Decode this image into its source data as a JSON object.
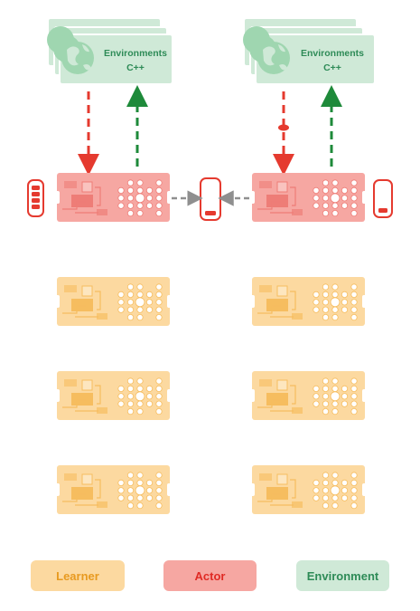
{
  "environments": [
    {
      "title": "Environments",
      "subtitle": "C++"
    },
    {
      "title": "Environments",
      "subtitle": "C++"
    }
  ],
  "legend": {
    "learner": "Learner",
    "actor": "Actor",
    "environment": "Environment"
  },
  "colors": {
    "learner_fill": "#fcd9a0",
    "learner_text": "#e89a20",
    "actor_fill": "#f6a7a2",
    "actor_text": "#e02b25",
    "environment_fill": "#cfe9d7",
    "environment_text": "#2e8b57",
    "arrow_grey": "#9a9a9a"
  },
  "queues": {
    "left_battery_fill_level": 1.0,
    "middle_buffer_fill_level": 0.15,
    "right_buffer_fill_level": 0.15
  }
}
